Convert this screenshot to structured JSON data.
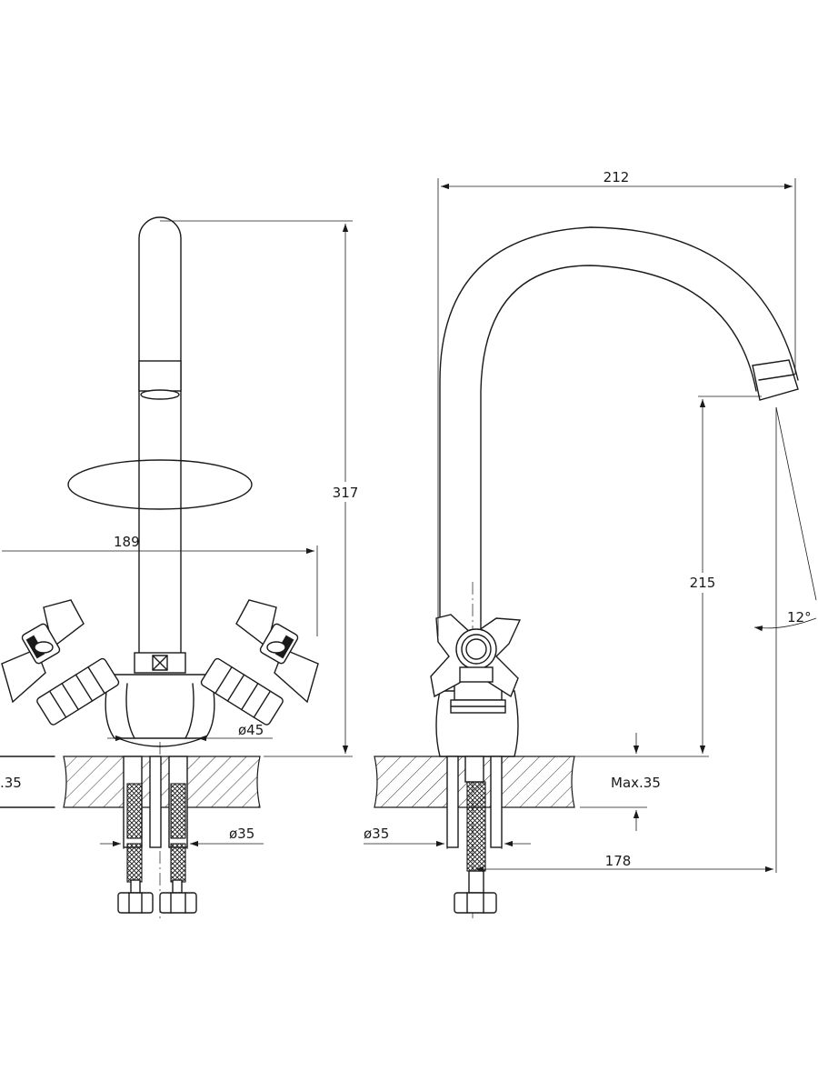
{
  "front_view": {
    "dim_height": "317",
    "dim_width": "189",
    "dim_base_dia": "ø45",
    "dim_shank_dia": "ø35",
    "dim_max_counter": ".35"
  },
  "side_view": {
    "dim_reach": "212",
    "dim_spout_height": "215",
    "dim_angle": "12°",
    "dim_max_counter": "Max.35",
    "dim_shank_dia": "ø35",
    "dim_reach_lower": "178"
  }
}
